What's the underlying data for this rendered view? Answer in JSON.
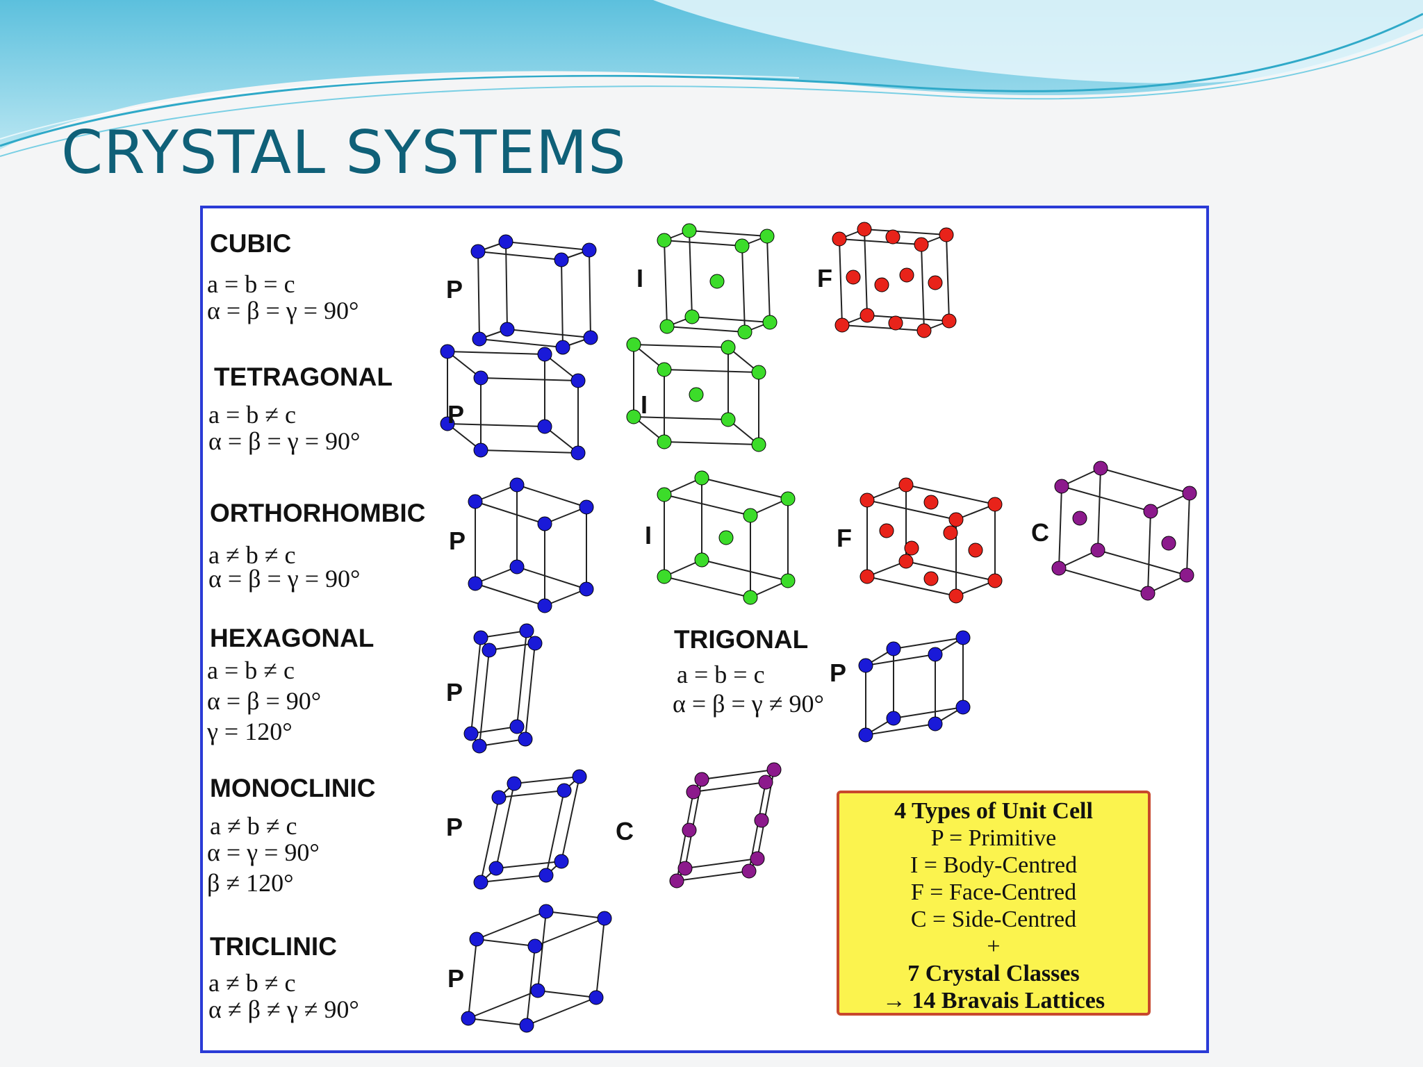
{
  "title": "CRYSTAL SYSTEMS",
  "colors": {
    "title": "#0f6078",
    "frame": "#2a3bd6",
    "P": "#1a1ad8",
    "I": "#3cdc2a",
    "F": "#e8231a",
    "C": "#8c1a8c",
    "legend_fill": "#fbf34e",
    "legend_border": "#c8482c"
  },
  "systems": [
    {
      "name": "CUBIC",
      "equations": [
        "a = b = c",
        "α = β = γ = 90°"
      ],
      "lattices": [
        "P",
        "I",
        "F"
      ]
    },
    {
      "name": "TETRAGONAL",
      "equations": [
        "a = b ≠ c",
        "α = β = γ = 90°"
      ],
      "lattices": [
        "P",
        "I"
      ]
    },
    {
      "name": "ORTHORHOMBIC",
      "equations": [
        "a ≠ b ≠ c",
        "α = β = γ = 90°"
      ],
      "lattices": [
        "P",
        "I",
        "F",
        "C"
      ]
    },
    {
      "name": "HEXAGONAL",
      "equations": [
        "a = b ≠ c",
        "α = β = 90°",
        "γ = 120°"
      ],
      "lattices": [
        "P"
      ]
    },
    {
      "name": "TRIGONAL",
      "equations": [
        "a = b = c",
        "α = β = γ ≠ 90°"
      ],
      "lattices": [
        "P"
      ]
    },
    {
      "name": "MONOCLINIC",
      "equations": [
        "a ≠ b ≠ c",
        "α = γ = 90°",
        "β ≠ 120°"
      ],
      "lattices": [
        "P",
        "C"
      ]
    },
    {
      "name": "TRICLINIC",
      "equations": [
        "a ≠ b ≠ c",
        "α ≠ β ≠ γ ≠ 90°"
      ],
      "lattices": [
        "P"
      ]
    }
  ],
  "legend": {
    "heading": "4 Types of Unit Cell",
    "lines": [
      "P = Primitive",
      "I = Body-Centred",
      "F = Face-Centred",
      "C = Side-Centred"
    ],
    "plus": "+",
    "classes": "7 Crystal Classes",
    "bravais": "→ 14 Bravais Lattices"
  }
}
